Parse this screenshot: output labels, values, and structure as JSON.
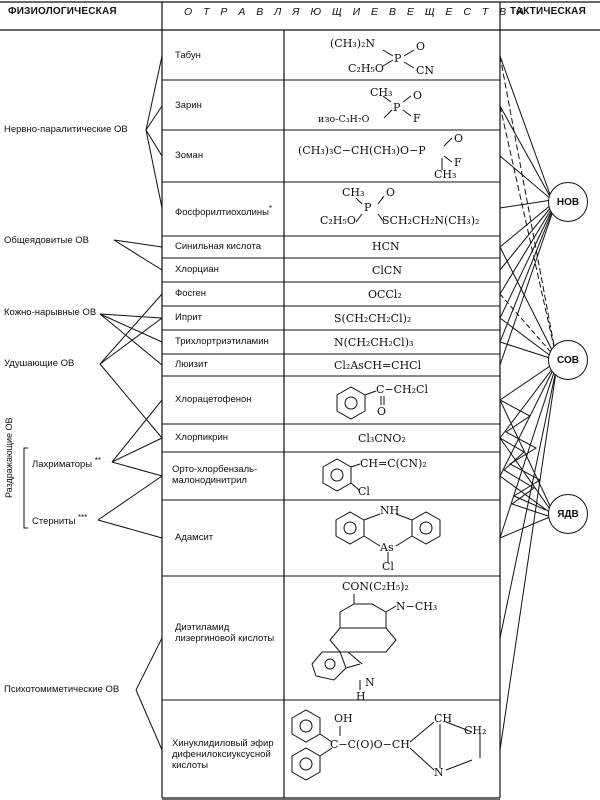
{
  "headers": {
    "physiological": "ФИЗИОЛОГИЧЕСКАЯ",
    "agents": "О Т Р А В Л Я Ю Щ И Е   В Е Щ Е С Т В А",
    "tactical": "ТАКТИЧЕСКАЯ"
  },
  "groups": {
    "nerve": "Нервно-паралитические ОВ",
    "general": "Общеядовитые ОВ",
    "skin": "Кожно-нарывные ОВ",
    "choking": "Удушающие ОВ",
    "irritant_vertical": "Раздражающие ОВ",
    "lachrymators": "Лахриматоры",
    "lachrymators_mark": "**",
    "sternites": "Стерниты",
    "sternites_mark": "***",
    "psycho": "Психотомиметические ОВ"
  },
  "substances": [
    {
      "name": "Табун",
      "formula_1": "(CH₃)₂N",
      "formula_2": "C₂H₅O",
      "formula_3": "P",
      "formula_4": "O",
      "formula_5": "CN"
    },
    {
      "name": "Зарин",
      "formula_1": "CH₃",
      "formula_2": "изо-C₃H₇O",
      "formula_3": "P",
      "formula_4": "O",
      "formula_5": "F"
    },
    {
      "name": "Зоман",
      "formula_1": "(CH₃)₃C−CH(CH₃)O−P",
      "formula_2": "O",
      "formula_3": "F",
      "formula_4": "CH₃"
    },
    {
      "name": "Фосфорилтиохолины",
      "mark": "*",
      "formula_1": "CH₃",
      "formula_2": "O",
      "formula_3": "C₂H₅O",
      "formula_4": "P",
      "formula_5": "SCH₂CH₂N(CH₃)₂"
    },
    {
      "name": "Синильная кислота",
      "formula": "HCN"
    },
    {
      "name": "Хлорциан",
      "formula": "ClCN"
    },
    {
      "name": "Фосген",
      "formula": "OCCl₂"
    },
    {
      "name": "Иприт",
      "formula": "S(CH₂CH₂Cl)₂"
    },
    {
      "name": "Трихлортриэтиламин",
      "formula": "N(CH₂CH₂Cl)₃"
    },
    {
      "name": "Люизит",
      "formula": "Cl₂AsCH=CHCl"
    },
    {
      "name": "Хлорацетофенон",
      "formula_1": "C−CH₂Cl",
      "formula_2": "O"
    },
    {
      "name": "Хлорпикрин",
      "formula": "Cl₃CNO₂"
    },
    {
      "name": "Орто-хлорбензаль-малонодинитрил",
      "formula_1": "CH=C(CN)₂",
      "formula_2": "Cl"
    },
    {
      "name": "Адамсит",
      "formula_1": "NH",
      "formula_2": "As",
      "formula_3": "Cl"
    },
    {
      "name": "Диэтиламид лизергиновой кислоты",
      "formula_1": "CON(C₂H₅)₂",
      "formula_2": "N−CH₃",
      "formula_3": "N",
      "formula_4": "H"
    },
    {
      "name": "Хинуклидиловый эфир дифенилоксиуксусной кислоты",
      "formula_1": "OH",
      "formula_2": "C−C(O)O−CH",
      "formula_3": "CH",
      "formula_4": "CH₂",
      "formula_5": "N"
    }
  ],
  "tactical": {
    "lethal": "НОВ",
    "temporary": "СОВ",
    "toxic": "ЯДВ"
  }
}
